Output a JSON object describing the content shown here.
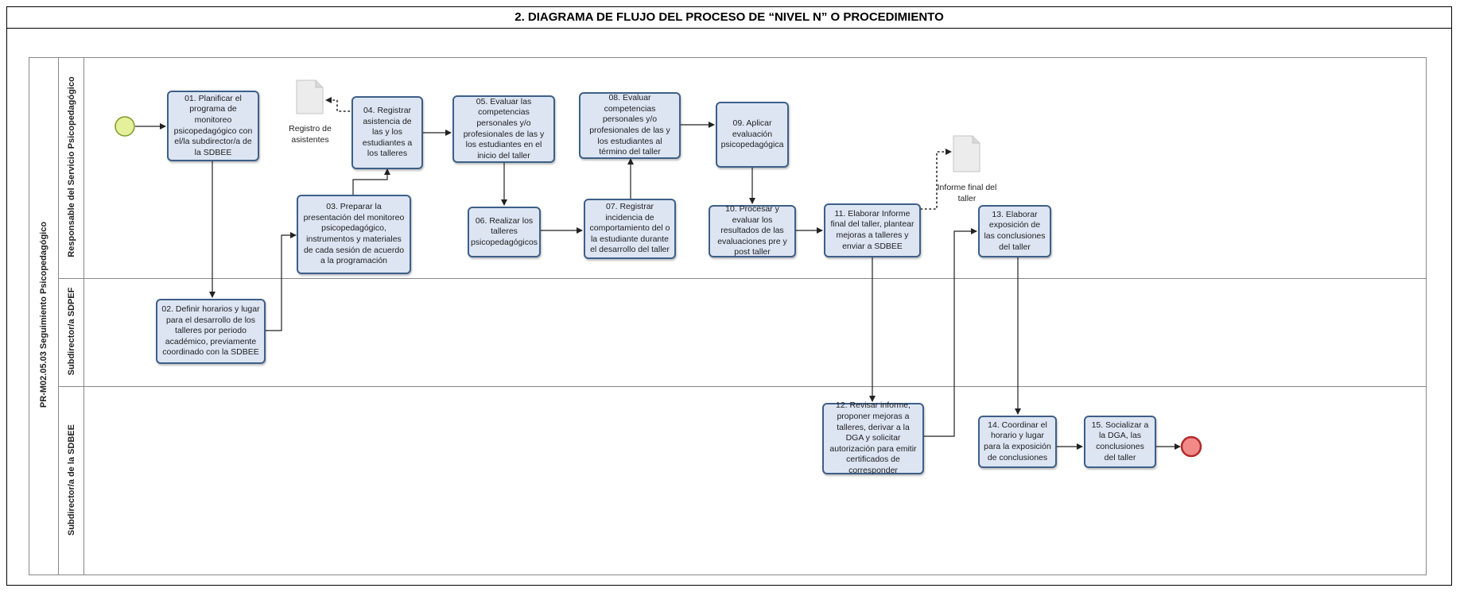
{
  "title": "2. DIAGRAMA DE FLUJO DEL PROCESO DE “NIVEL N” O PROCEDIMIENTO",
  "pool_label": "PR-M02.05.03 Seguimiento Psicopedagógico",
  "lanes": {
    "responsable": "Responsable del Servicio Psicopedagógico",
    "sdpef": "Subdirector/a SDPEF",
    "sdbee": "Subdirector/a de la SDBEE"
  },
  "tasks": {
    "t01": "01. Planificar el programa de monitoreo psicopedagógico con el/la subdirector/a de la SDBEE",
    "t02": "02. Definir horarios y lugar para el desarrollo de los talleres por periodo académico, previamente coordinado con la SDBEE",
    "t03": "03. Preparar la presentación del monitoreo psicopedagógico, instrumentos y materiales de cada sesión de acuerdo a la programación",
    "t04": "04. Registrar asistencia de las y los estudiantes a los talleres",
    "t05": "05. Evaluar las competencias personales y/o profesionales de las y los estudiantes en el inicio del taller",
    "t06": "06. Realizar los talleres psicopedagógicos",
    "t07": "07. Registrar incidencia de comportamiento del o la estudiante durante el desarrollo del taller",
    "t08": "08. Evaluar competencias personales y/o profesionales de las y los estudiantes al término del taller",
    "t09": "09. Aplicar evaluación psicopedagógica",
    "t10": "10. Procesar y evaluar los resultados de las evaluaciones pre y post taller",
    "t11": "11. Elaborar Informe final del taller, plantear mejoras a talleres y enviar a SDBEE",
    "t12": "12. Revisar informe, proponer mejoras a talleres, derivar a la DGA y solicitar autorización para emitir certificados de corresponder",
    "t13": "13. Elaborar exposición de las conclusiones del taller",
    "t14": "14. Coordinar el horario y lugar para la exposición de conclusiones",
    "t15": "15. Socializar a la DGA, las conclusiones del taller"
  },
  "documents": {
    "registro": "Registro de asistentes",
    "informe": "Informe final del taller"
  },
  "colors": {
    "task_fill": "#dde5f3",
    "task_border": "#3e5f88",
    "start_fill": "#e4f09a",
    "start_border": "#7f9a2a",
    "end_fill": "#f28a8a",
    "end_border": "#b02a2a"
  }
}
